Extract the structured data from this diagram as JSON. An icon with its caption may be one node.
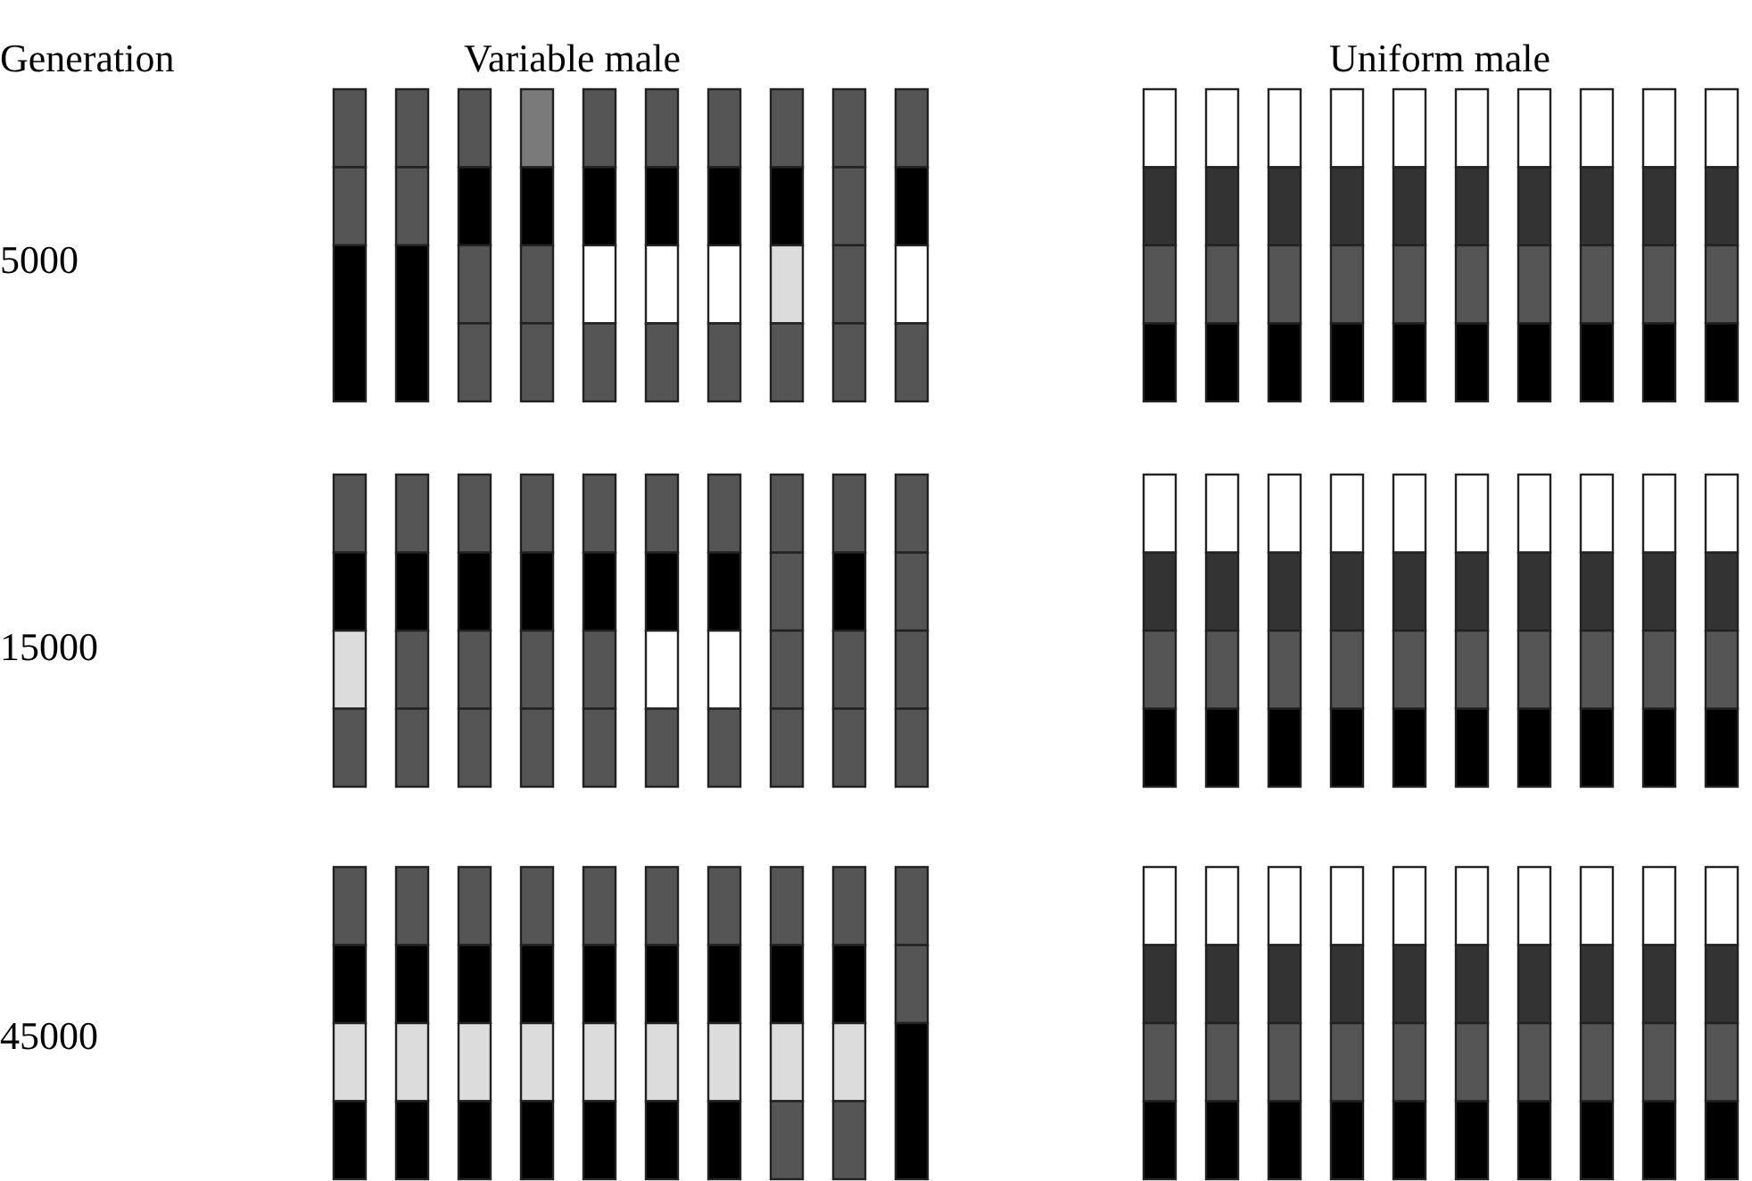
{
  "diagram": {
    "labels": [
      "Generation",
      "Variable male",
      "Uniform male",
      "5000",
      "15000",
      "45000"
    ]
  }
}
